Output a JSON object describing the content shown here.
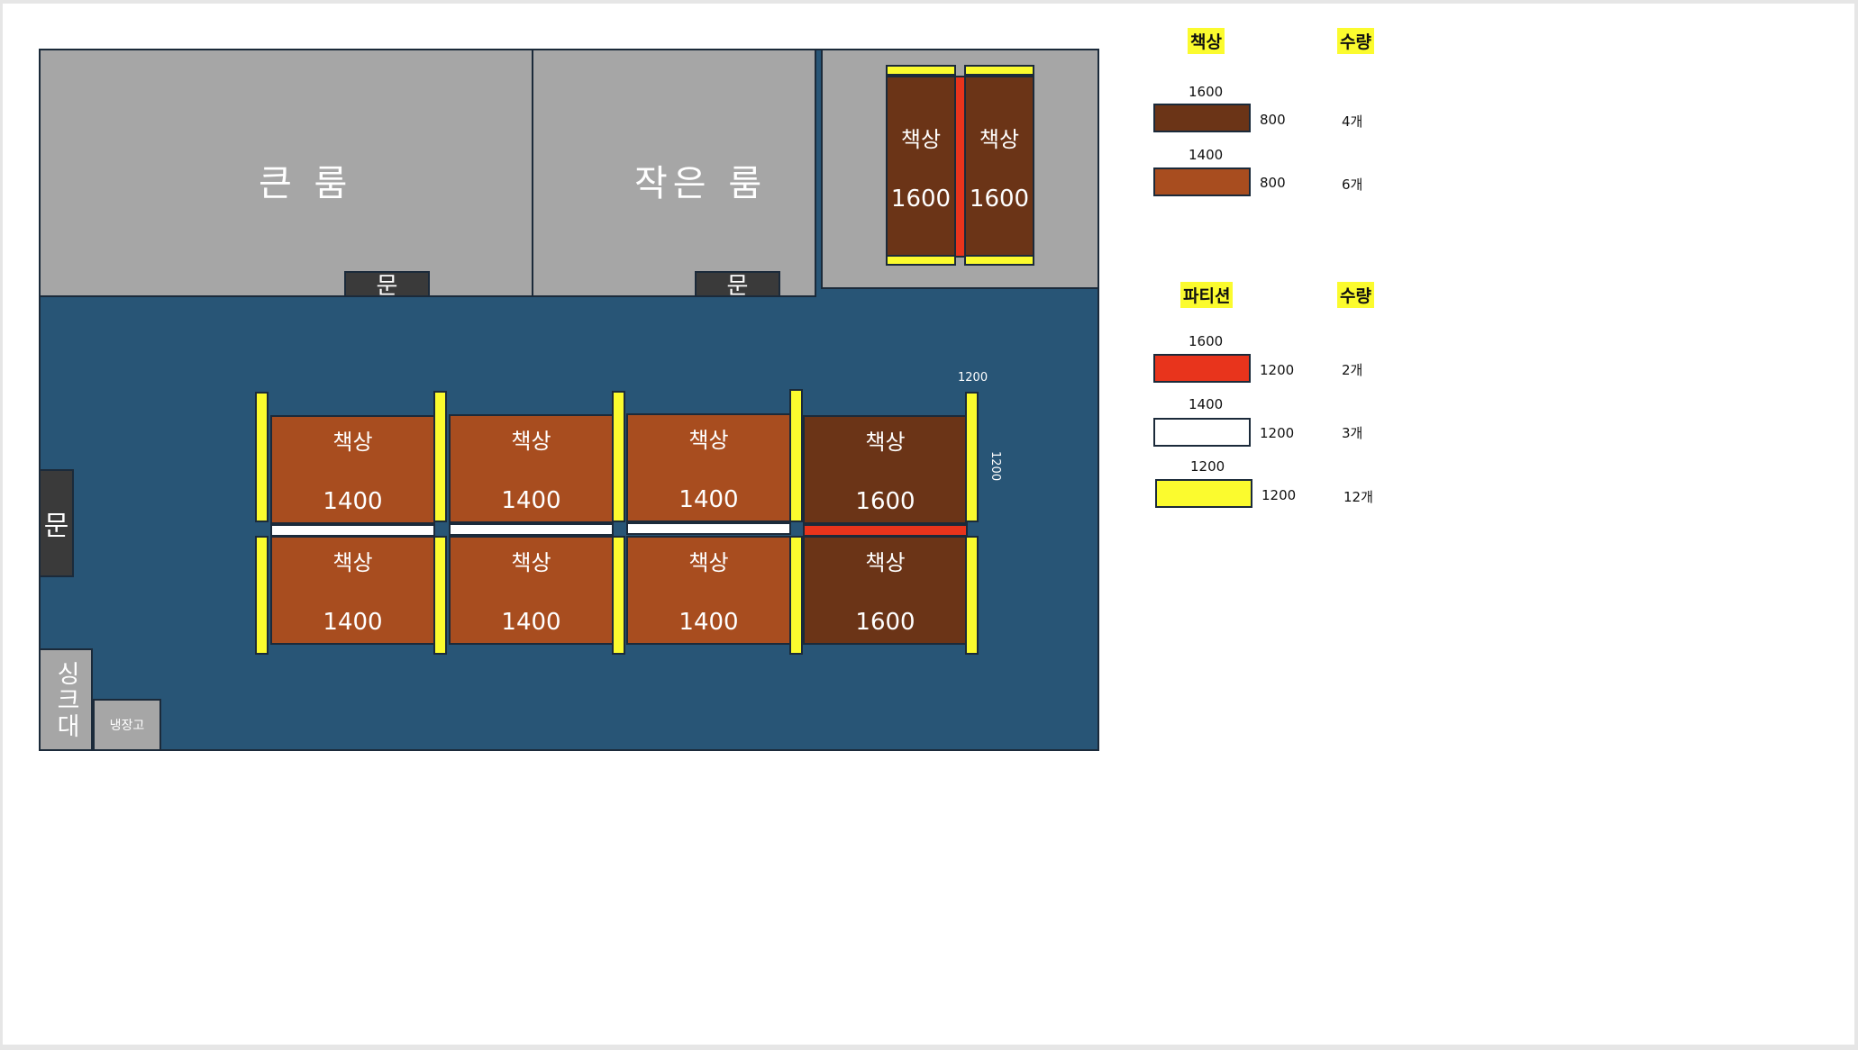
{
  "rooms": {
    "big_room": "큰 룸",
    "small_room": "작은 룸",
    "door": "문",
    "sink": "싱크대",
    "fridge": "냉장고"
  },
  "desk_label": "책상",
  "desks_top_right": [
    {
      "label": "책상",
      "width": "1600"
    },
    {
      "label": "책상",
      "width": "1600"
    }
  ],
  "desks_row1": [
    {
      "label": "책상",
      "width": "1400"
    },
    {
      "label": "책상",
      "width": "1400"
    },
    {
      "label": "책상",
      "width": "1400"
    },
    {
      "label": "책상",
      "width": "1600"
    }
  ],
  "desks_row2": [
    {
      "label": "책상",
      "width": "1400"
    },
    {
      "label": "책상",
      "width": "1400"
    },
    {
      "label": "책상",
      "width": "1400"
    },
    {
      "label": "책상",
      "width": "1600"
    }
  ],
  "dimension_labels": {
    "top": "1200",
    "side": "1200"
  },
  "legend": {
    "desks": {
      "header": "책상",
      "qty_header": "수량",
      "items": [
        {
          "width": "1600",
          "depth": "800",
          "qty": "4개",
          "color": "#6b3417"
        },
        {
          "width": "1400",
          "depth": "800",
          "qty": "6개",
          "color": "#a84d1f"
        }
      ]
    },
    "partitions": {
      "header": "파티션",
      "qty_header": "수량",
      "items": [
        {
          "width": "1600",
          "height": "1200",
          "qty": "2개",
          "color": "#e8341c"
        },
        {
          "width": "1400",
          "height": "1200",
          "qty": "3개",
          "color": "#ffffff"
        },
        {
          "width": "1200",
          "height": "1200",
          "qty": "12개",
          "color": "#fbfb2e"
        }
      ]
    }
  },
  "colors": {
    "floor": "#285576",
    "room": "#a6a6a6",
    "desk_dark": "#6b3417",
    "desk_light": "#a84d1f",
    "partition_yellow": "#fbfb2e",
    "partition_red": "#e8341c",
    "partition_white": "#ffffff"
  }
}
